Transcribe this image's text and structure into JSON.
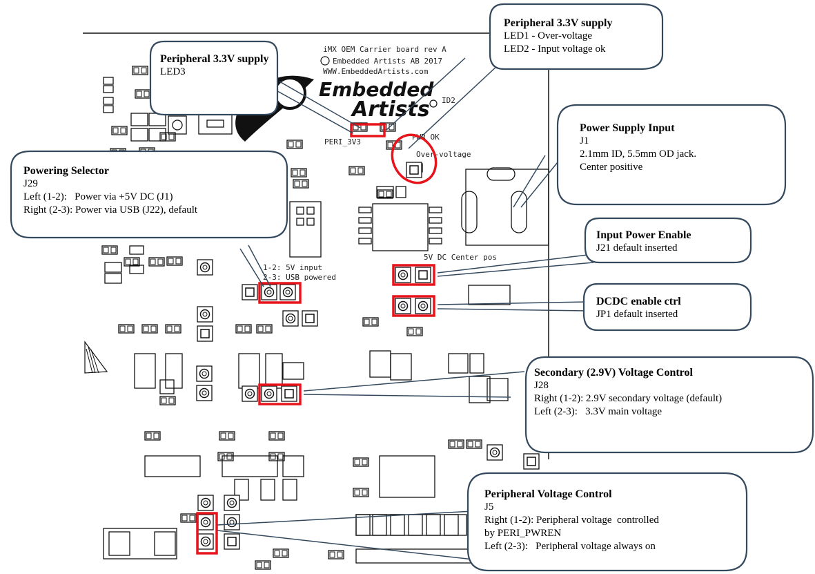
{
  "board": {
    "silkscreen_title_1": "iMX OEM Carrier board rev A",
    "silkscreen_title_2": "Embedded Artists AB 2017",
    "silkscreen_title_3": "WWW.EmbeddedArtists.com",
    "logo_line1": "Embedded",
    "logo_line2": "Artists",
    "id2": "ID2",
    "peri_3v3": "PERI_3V3",
    "pwr_ok": "PWR OK",
    "over_voltage": "Over-voltage",
    "sel_label_1": "1-2: 5V input",
    "sel_label_2": "2-3: USB powered",
    "dc_center": "5V DC Center pos"
  },
  "callouts": {
    "peri_led3": {
      "title": "Peripheral 3.3V supply",
      "lines": [
        "LED3"
      ]
    },
    "peri_led12": {
      "title": "Peripheral 3.3V supply",
      "lines": [
        "LED1 - Over-voltage",
        "LED2 - Input voltage ok"
      ]
    },
    "power_input": {
      "title": "Power  Supply Input",
      "lines": [
        "J1",
        "2.1mm ID, 5.5mm OD jack.",
        "Center positive"
      ]
    },
    "powering_selector": {
      "title": "Powering Selector",
      "lines": [
        "J29",
        "Left (1-2):   Power via +5V DC (J1)",
        "Right (2-3): Power via USB (J22), default"
      ]
    },
    "input_enable": {
      "title": "Input Power Enable",
      "lines": [
        "J21 default inserted"
      ]
    },
    "dcdc": {
      "title": "DCDC enable ctrl",
      "lines": [
        "JP1 default inserted"
      ]
    },
    "secondary": {
      "title": "Secondary (2.9V) Voltage Control",
      "lines": [
        "J28",
        "Right (1-2): 2.9V secondary voltage (default)",
        "Left (2-3):   3.3V main voltage"
      ]
    },
    "peri_voltage": {
      "title": "Peripheral Voltage Control",
      "lines": [
        "J5",
        "Right (1-2): Peripheral voltage  controlled",
        "by PERI_PWREN",
        "Left (2-3):   Peripheral voltage always on"
      ]
    }
  },
  "colors": {
    "highlight": "#e8141b",
    "callout_border": "#34495e",
    "silk": "#222222"
  }
}
